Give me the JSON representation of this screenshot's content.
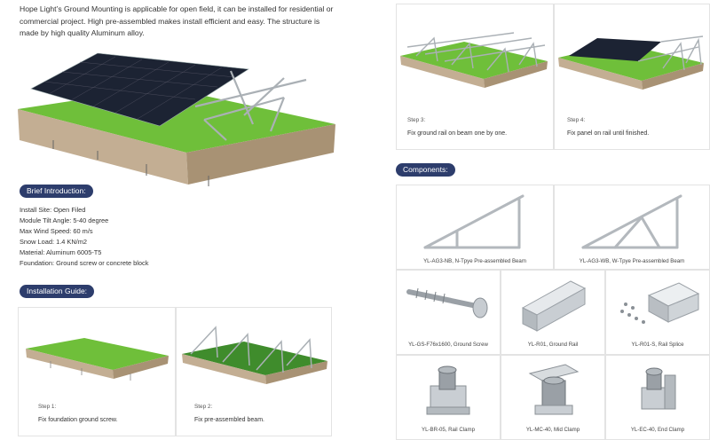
{
  "intro": "Hope Light’s Ground Mounting is applicable for open field, it can be installed for residential or commercial project. High pre-assembled makes install efficient and easy. The structure is made by high quality Aluminum alloy.",
  "brief": {
    "title": "Brief Introduction:",
    "specs": [
      "Install Site: Open Filed",
      "Module Tilt Angle: 5-40 degree",
      "Max Wind Speed: 60 m/s",
      "Snow Load: 1.4 KN/m2",
      "Material: Aluminum 6005-T5",
      "Foundation: Ground screw or concrete block"
    ]
  },
  "guide": {
    "title": "Installation Guide:",
    "steps": [
      {
        "label": "Step 1:",
        "text": "Fix foundation ground screw."
      },
      {
        "label": "Step 2:",
        "text": "Fix pre-assembled beam."
      },
      {
        "label": "Step 3:",
        "text": "Fix ground rail on beam one by one."
      },
      {
        "label": "Step 4:",
        "text": "Fix panel on rail until finished."
      }
    ]
  },
  "components": {
    "title": "Components:",
    "items": [
      "YL-AG3-NB, N-Tpye Pre-assembled Beam",
      "YL-AG3-WB, W-Tpye Pre-assembled Beam",
      "YL-GS-F76x1600, Ground Screw",
      "YL-R01, Ground Rail",
      "YL-R01-S, Rail Splice",
      "YL-BR-05, Rail Clamp",
      "YL-MC-40, Mid Clamp",
      "YL-EC-40, End Clamp"
    ]
  },
  "colors": {
    "accent": "#2d3d6c",
    "grass": "#6fbf3a",
    "soil": "#b9a48a"
  }
}
